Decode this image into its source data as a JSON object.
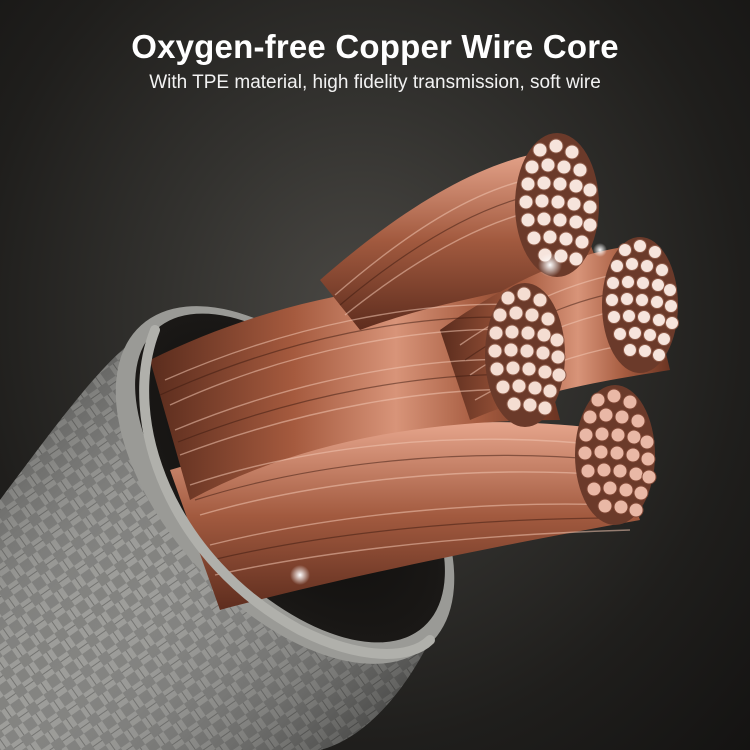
{
  "header": {
    "title": "Oxygen-free Copper Wire Core",
    "subtitle": "With TPE material, high fidelity transmission, soft wire"
  },
  "colors": {
    "background": "#2b2a27",
    "copper": "#b86a4d",
    "copper_highlight": "#f3d3c4",
    "sheath": "#7d7d7a",
    "text": "#ffffff"
  },
  "image": {
    "subject": "braided-cable-with-copper-strands"
  }
}
